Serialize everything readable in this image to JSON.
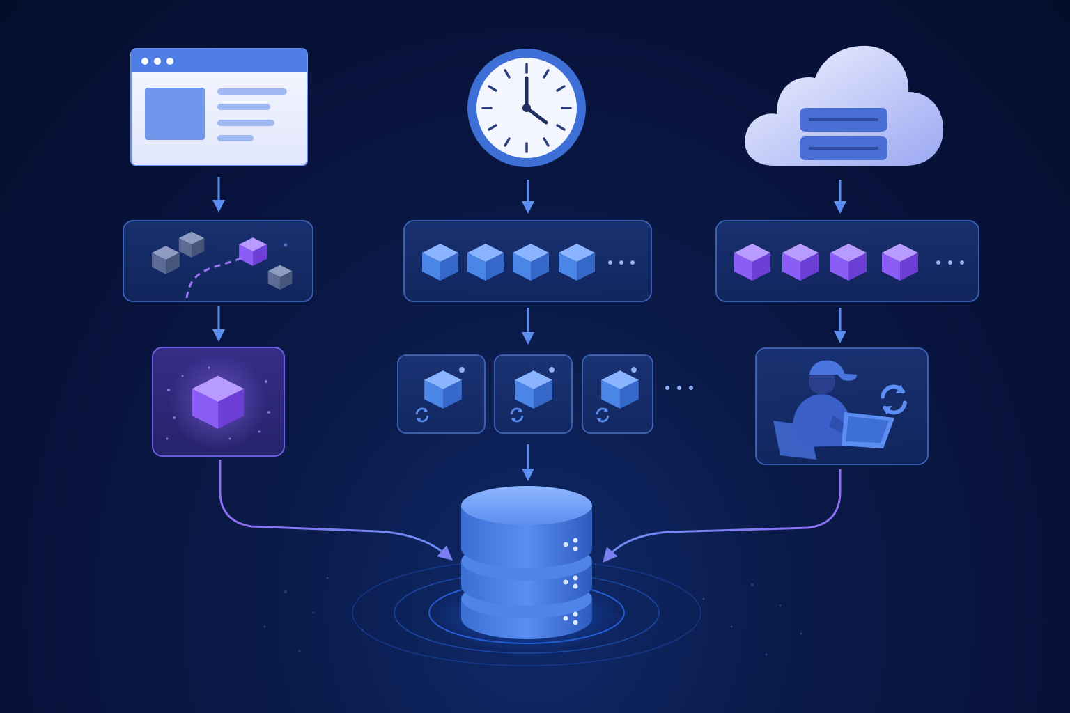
{
  "diagram": {
    "columns": [
      {
        "id": "web-app",
        "source_icon": "browser-window-icon",
        "stage_1_icon": "scattered-cubes-path-icon",
        "stage_2_icon": "glowing-cube-icon",
        "to_database": "curved-arrow"
      },
      {
        "id": "scheduled",
        "source_icon": "clock-icon",
        "stage_1_icon": "cube-queue-icon",
        "stage_1_cube_count": 4,
        "stage_2_icon": "cube-sync-workers-icon",
        "stage_2_worker_count": 3,
        "to_database": "straight-arrow"
      },
      {
        "id": "cloud",
        "source_icon": "cloud-server-icon",
        "stage_1_icon": "cube-queue-icon",
        "stage_1_cube_count": 4,
        "stage_2_icon": "person-laptop-sync-icon",
        "to_database": "curved-arrow"
      }
    ],
    "sink_icon": "database-icon",
    "colors": {
      "background": "#07123a",
      "card_border": "#3a5fb0",
      "card_fill": "#1a3170",
      "blue_accent": "#5b8ef0",
      "purple_accent": "#8f6cf0",
      "cube_blue": "#4a86e8",
      "cube_purple": "#8b5cf6",
      "cube_gray": "#5b6b94"
    }
  }
}
